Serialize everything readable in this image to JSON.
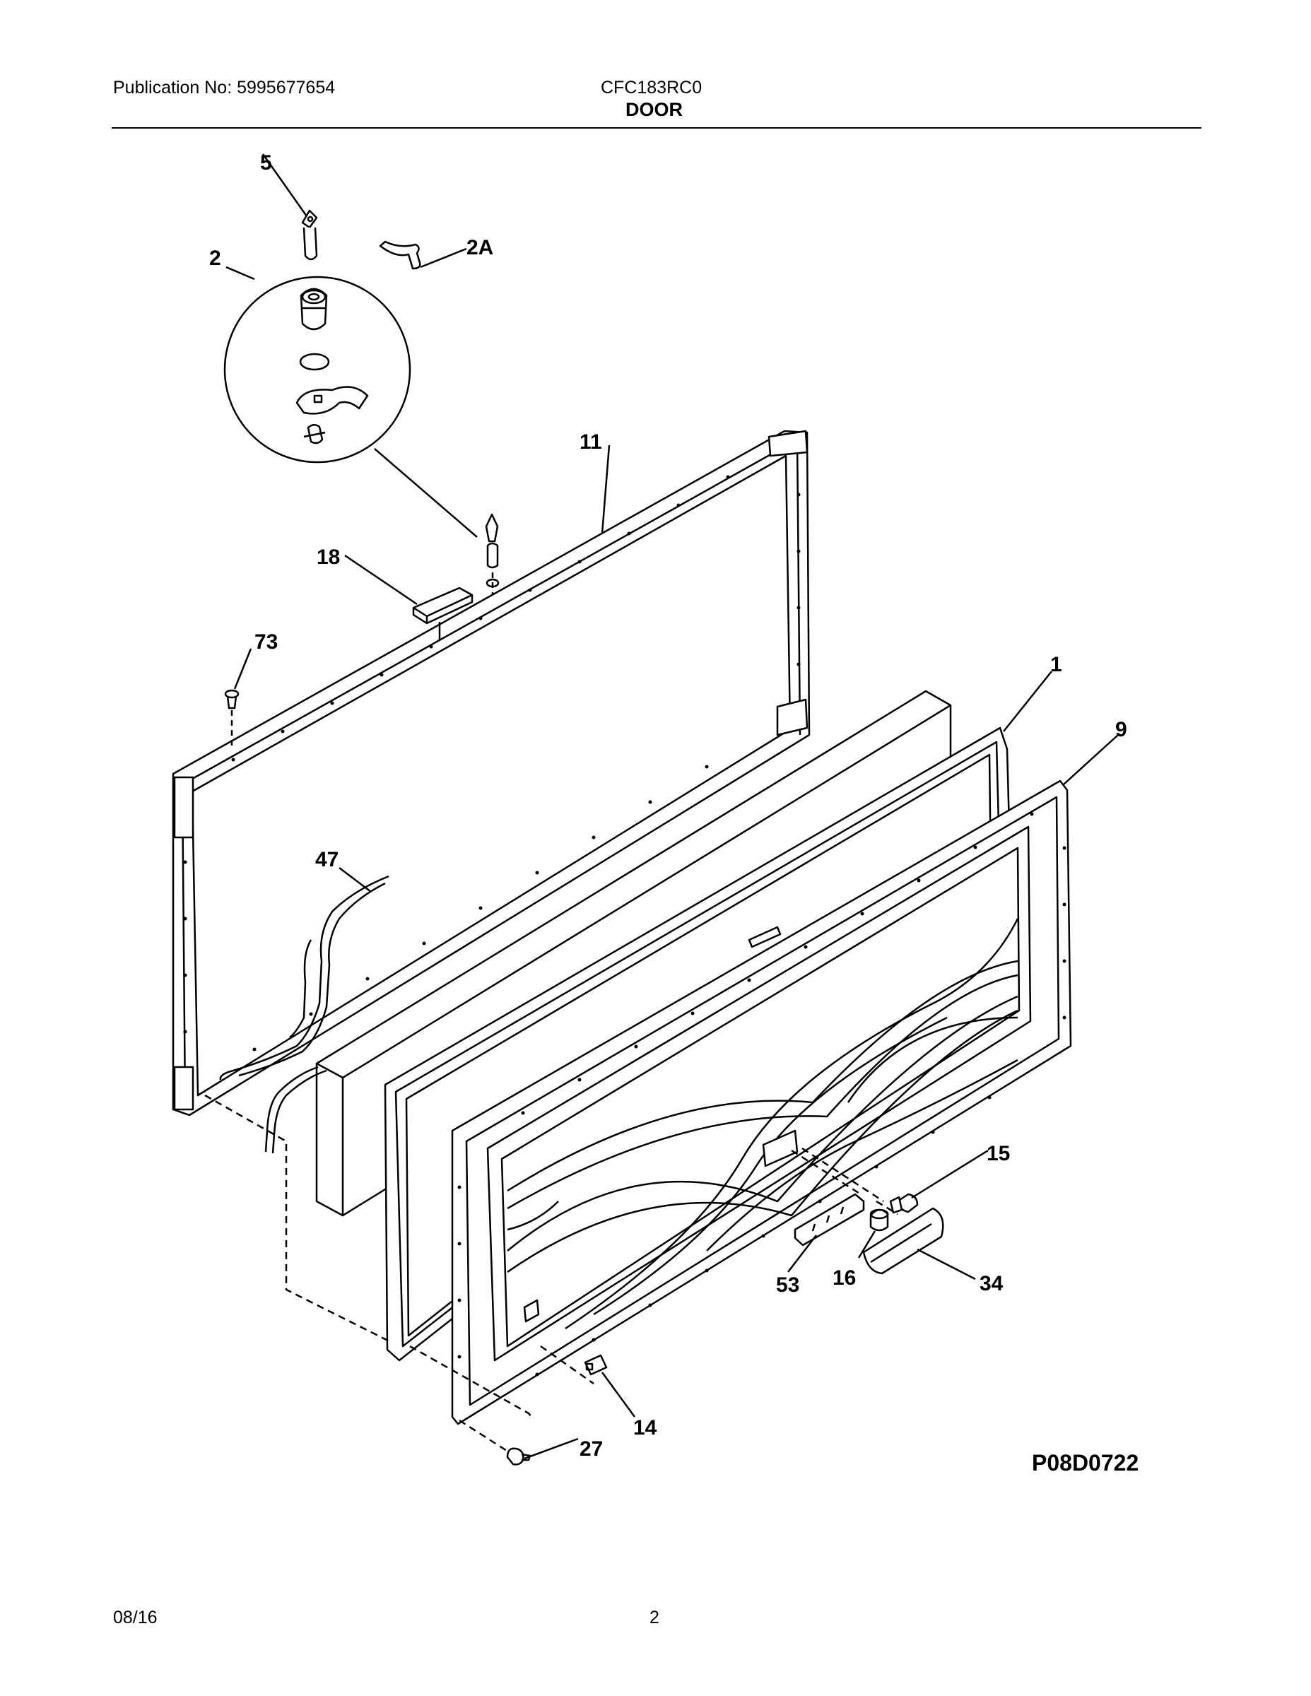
{
  "header": {
    "publication": "Publication No: 5995677654",
    "model": "CFC183RC0",
    "section": "DOOR"
  },
  "callouts": {
    "c5": "5",
    "c2": "2",
    "c2a": "2A",
    "c11": "11",
    "c18": "18",
    "c73": "73",
    "c1": "1",
    "c9": "9",
    "c47": "47",
    "c15": "15",
    "c53": "53",
    "c16": "16",
    "c34": "34",
    "c14": "14",
    "c27": "27"
  },
  "diagram_code": "P08D0722",
  "footer": {
    "date": "08/16",
    "page": "2"
  }
}
